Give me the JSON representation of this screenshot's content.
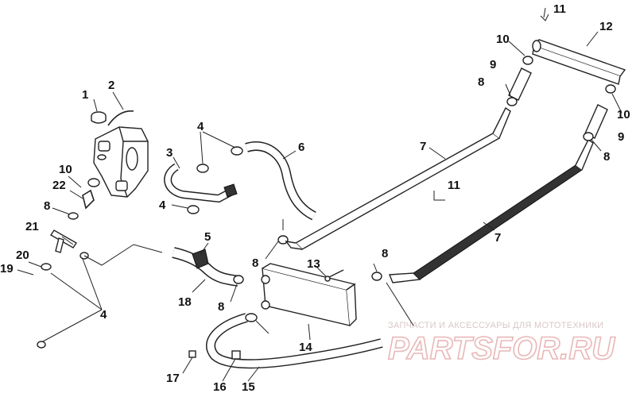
{
  "labels": [
    "1",
    "2",
    "3",
    "4",
    "4",
    "4",
    "5",
    "6",
    "7",
    "7",
    "8",
    "8",
    "8",
    "8",
    "8",
    "8",
    "9",
    "9",
    "10",
    "10",
    "10",
    "11",
    "11",
    "12",
    "13",
    "14",
    "15",
    "16",
    "17",
    "18",
    "19",
    "20",
    "21",
    "22"
  ],
  "watermark": {
    "caption": "ЗАПЧАСТИ И АКСЕССУАРЫ ДЛЯ МОТОТЕХНИКИ",
    "brand": "PARTSFOR.RU"
  }
}
